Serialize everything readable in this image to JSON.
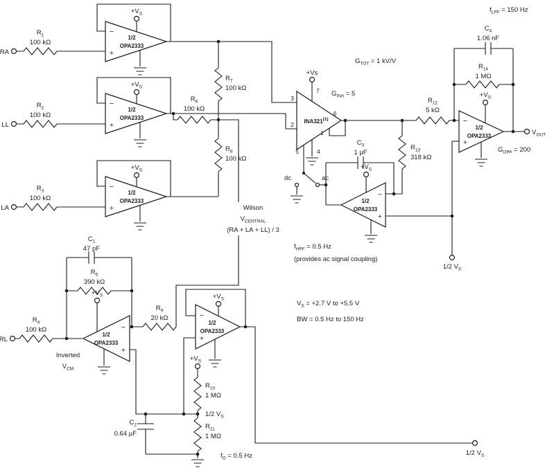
{
  "colors": {
    "wire": "#1a1a1a",
    "background": "#ffffff"
  },
  "opamp": {
    "half": "1/2",
    "name": "OPA2333",
    "minus": "−",
    "plus": "+"
  },
  "ina": {
    "name": "INA321",
    "sup": "(1)",
    "supply": "+Vs",
    "pin1": "1",
    "pin2": "2",
    "pin3": "3",
    "pin4": "4",
    "pin5": "5",
    "pin6": "6",
    "pin7": "7"
  },
  "terminals": {
    "ra": "RA",
    "ll": "LL",
    "la": "LA",
    "rl": "RL",
    "vout_base": "V",
    "vout_sub": "OUT"
  },
  "supply": {
    "vs_base": "+V",
    "vs_sub": "S",
    "halfvs_base": "1/2 V",
    "halfvs_sub": "S"
  },
  "switch": {
    "dc": "dc",
    "ac": "ac"
  },
  "resistors": {
    "r1": {
      "ref": "R",
      "sub": "1",
      "value": "100 kΩ"
    },
    "r2": {
      "ref": "R",
      "sub": "2",
      "value": "100 kΩ"
    },
    "r3": {
      "ref": "R",
      "sub": "3",
      "value": "100 kΩ"
    },
    "r4": {
      "ref": "R",
      "sub": "4",
      "value": "100 kΩ"
    },
    "r5": {
      "ref": "R",
      "sub": "5",
      "value": "390 kΩ"
    },
    "r6": {
      "ref": "R",
      "sub": "6",
      "value": "100 kΩ"
    },
    "r7": {
      "ref": "R",
      "sub": "7",
      "value": "100 kΩ"
    },
    "r8": {
      "ref": "R",
      "sub": "8",
      "value": "100 kΩ"
    },
    "r9": {
      "ref": "R",
      "sub": "9",
      "value": "20 kΩ"
    },
    "r10": {
      "ref": "R",
      "sub": "10",
      "value": "1 MΩ"
    },
    "r11": {
      "ref": "R",
      "sub": "11",
      "value": "1 MΩ"
    },
    "r12": {
      "ref": "R",
      "sub": "12",
      "value": "5 kΩ"
    },
    "r13": {
      "ref": "R",
      "sub": "13",
      "value": "318 kΩ"
    },
    "r14": {
      "ref": "R",
      "sub": "14",
      "value": "1 MΩ"
    }
  },
  "capacitors": {
    "c1": {
      "ref": "C",
      "sub": "1",
      "value": "47 pF"
    },
    "c2": {
      "ref": "C",
      "sub": "2",
      "value": "0.64 µF"
    },
    "c3": {
      "ref": "C",
      "sub": "3",
      "value": "1 µF"
    },
    "c4": {
      "ref": "C",
      "sub": "4",
      "value": "1.06 nF"
    }
  },
  "annotations": {
    "gtot_base": "G",
    "gtot_sub": "TOT",
    "gtot_rest": " = 1 kV/V",
    "gina_base": "G",
    "gina_sub": "INA",
    "gina_rest": " = 5",
    "gopa_base": "G",
    "gopa_sub": "OPA",
    "gopa_rest": " = 200",
    "flpf_base": "f",
    "flpf_sub": "LPF",
    "flpf_rest": " = 150 Hz",
    "fhpf_base": "f",
    "fhpf_sub": "HPF",
    "fhpf_rest": " = 0.5 Hz",
    "fhpf_note": "(provides ac signal coupling)",
    "fo_base": "f",
    "fo_sub": "O",
    "fo_rest": " = 0.5 Hz",
    "vs_base": "V",
    "vs_sub": "S",
    "vs_rest": " = +2.7 V to +5.5 V",
    "bw": "BW = 0.5 Hz to 150 Hz",
    "wilson": "Wilson",
    "vcentral_base": "V",
    "vcentral_sub": "CENTRAL",
    "wilson_formula": "(RA + LA + LL) / 3",
    "inverted": "Inverted",
    "vcm_base": "V",
    "vcm_sub": "CM"
  }
}
